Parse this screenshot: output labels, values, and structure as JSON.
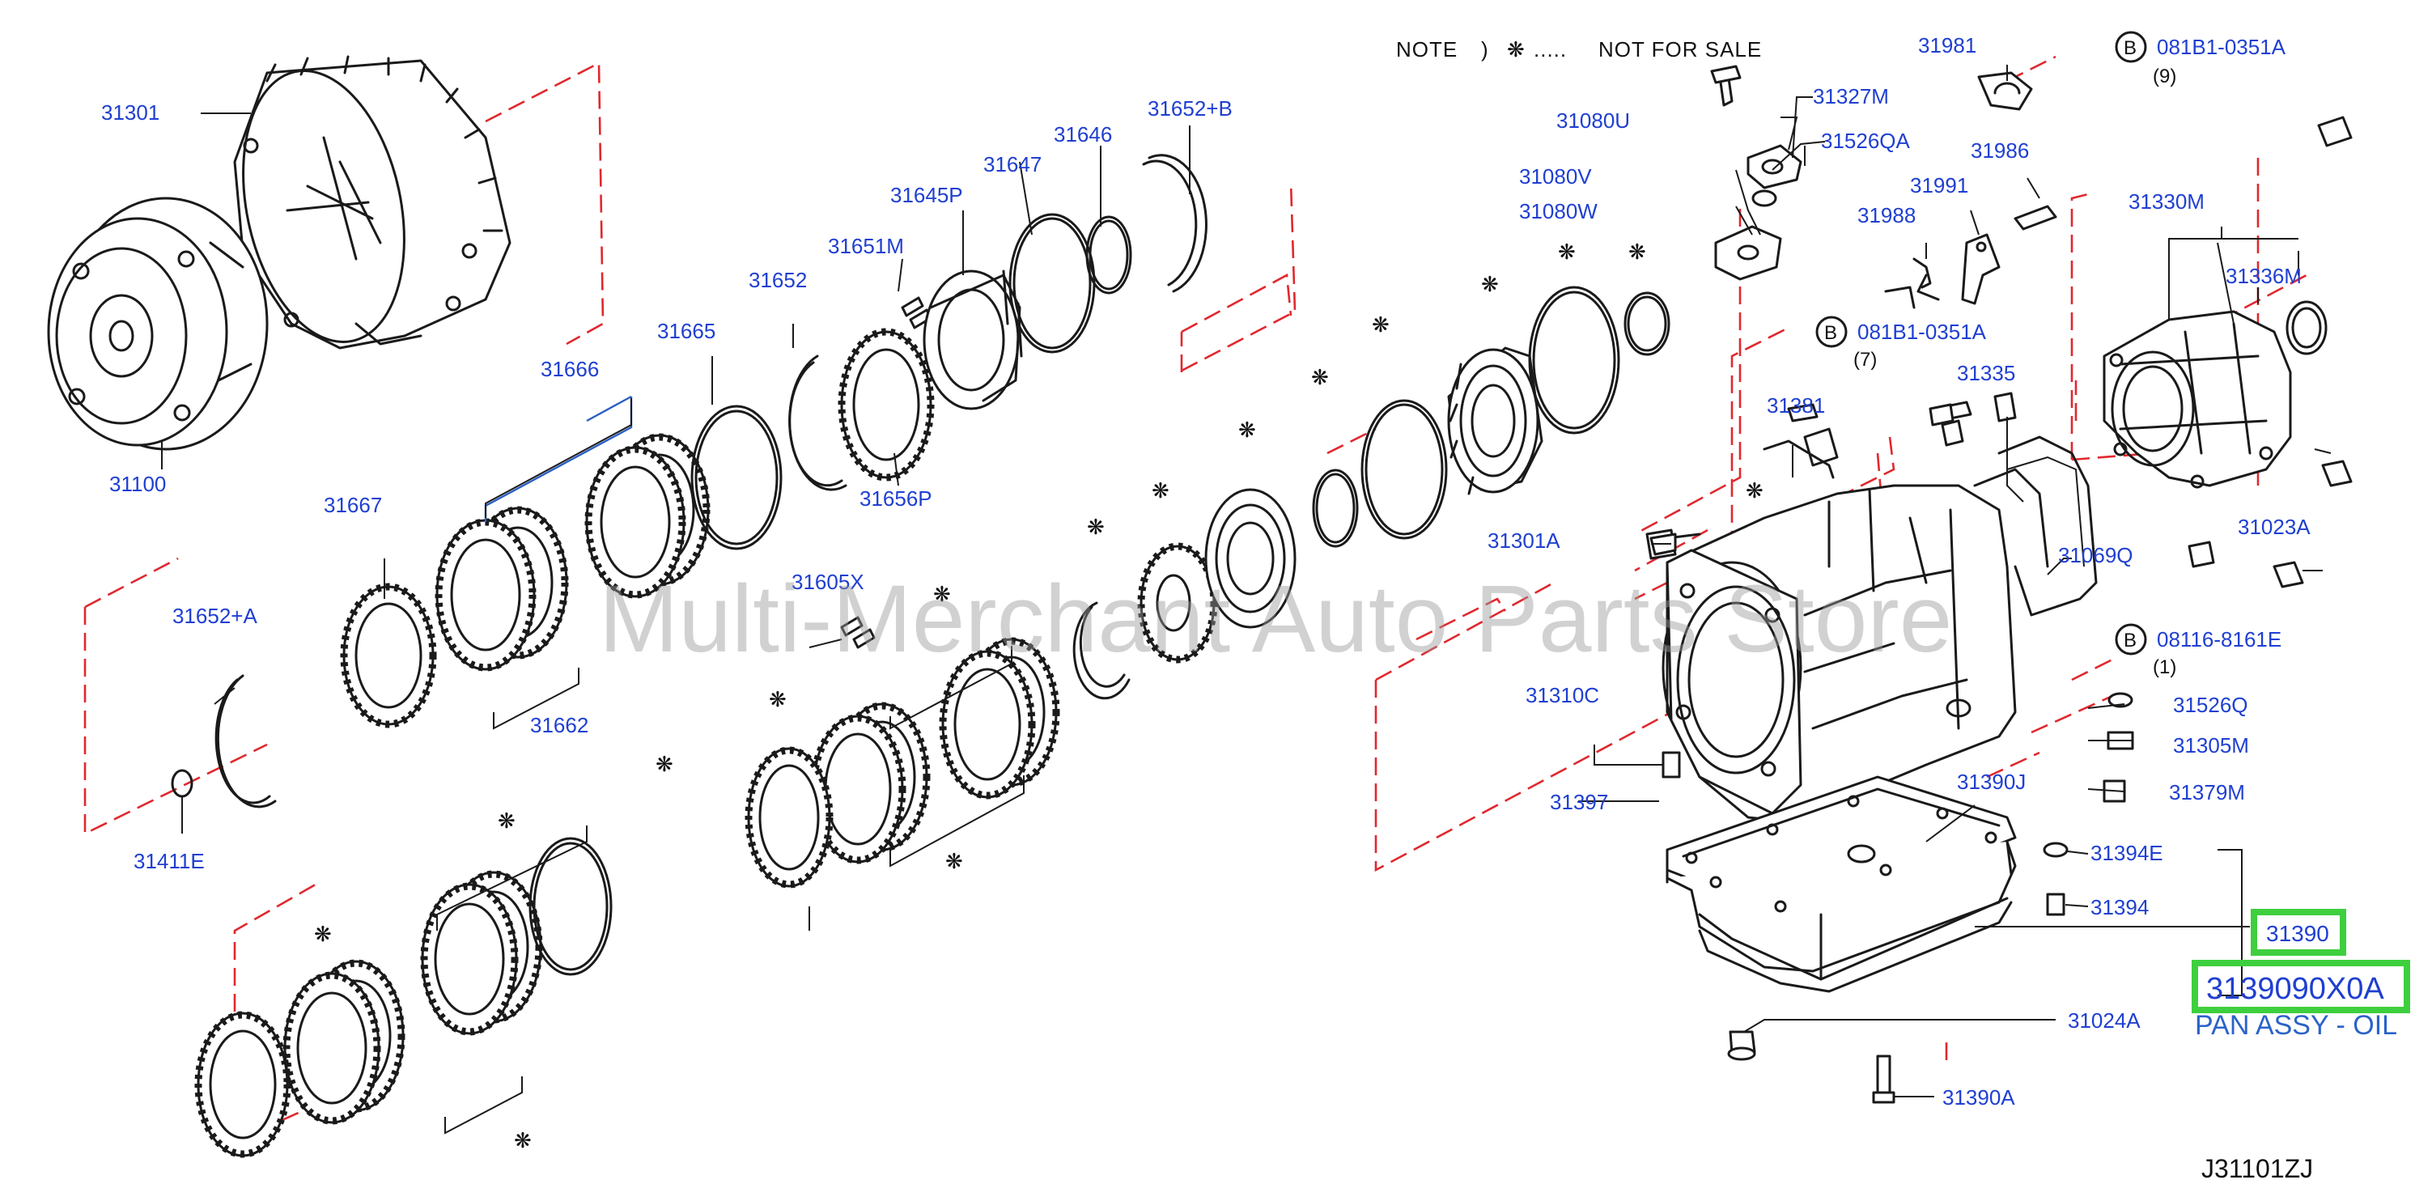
{
  "note": {
    "prefix": "NOTE",
    "paren": ")",
    "star": "❋",
    "dots": ".....",
    "text": "NOT FOR SALE"
  },
  "watermark": "Multi-Merchant Auto Parts Store",
  "diagram_code": "J31101ZJ",
  "highlight": {
    "part": "31390",
    "part_number": "3139090X0A",
    "description": "PAN ASSY - OIL",
    "box_color": "#3ecf3e"
  },
  "callouts": [
    {
      "id": "31301"
    },
    {
      "id": "31100"
    },
    {
      "id": "31666"
    },
    {
      "id": "31665"
    },
    {
      "id": "31652"
    },
    {
      "id": "31651M"
    },
    {
      "id": "31645P"
    },
    {
      "id": "31647"
    },
    {
      "id": "31646"
    },
    {
      "id": "31652+B"
    },
    {
      "id": "31656P"
    },
    {
      "id": "31667"
    },
    {
      "id": "31662"
    },
    {
      "id": "31652+A"
    },
    {
      "id": "31411E"
    },
    {
      "id": "31605X"
    },
    {
      "id": "31080U"
    },
    {
      "id": "31327M"
    },
    {
      "id": "31526QA"
    },
    {
      "id": "31080V"
    },
    {
      "id": "31080W"
    },
    {
      "id": "31981"
    },
    {
      "id": "31986"
    },
    {
      "id": "31991"
    },
    {
      "id": "31988"
    },
    {
      "id": "31330M"
    },
    {
      "id": "31336M"
    },
    {
      "id": "31335"
    },
    {
      "id": "31381"
    },
    {
      "id": "31301A"
    },
    {
      "id": "31069Q"
    },
    {
      "id": "31023A"
    },
    {
      "id": "31310C"
    },
    {
      "id": "31397"
    },
    {
      "id": "31390J"
    },
    {
      "id": "31526Q"
    },
    {
      "id": "31305M"
    },
    {
      "id": "31379M"
    },
    {
      "id": "31394E"
    },
    {
      "id": "31394"
    },
    {
      "id": "31024A"
    },
    {
      "id": "31390A"
    }
  ],
  "bolt_refs": [
    {
      "circle": "B",
      "code": "081B1-0351A",
      "qty": "(9)"
    },
    {
      "circle": "B",
      "code": "081B1-0351A",
      "qty": "(7)"
    },
    {
      "circle": "B",
      "code": "08116-8161E",
      "qty": "(1)"
    }
  ],
  "colors": {
    "label": "#1f3fd1",
    "dashed_line": "#e0282e",
    "outline": "#1a1a1a",
    "highlight": "#3ecf3e"
  }
}
